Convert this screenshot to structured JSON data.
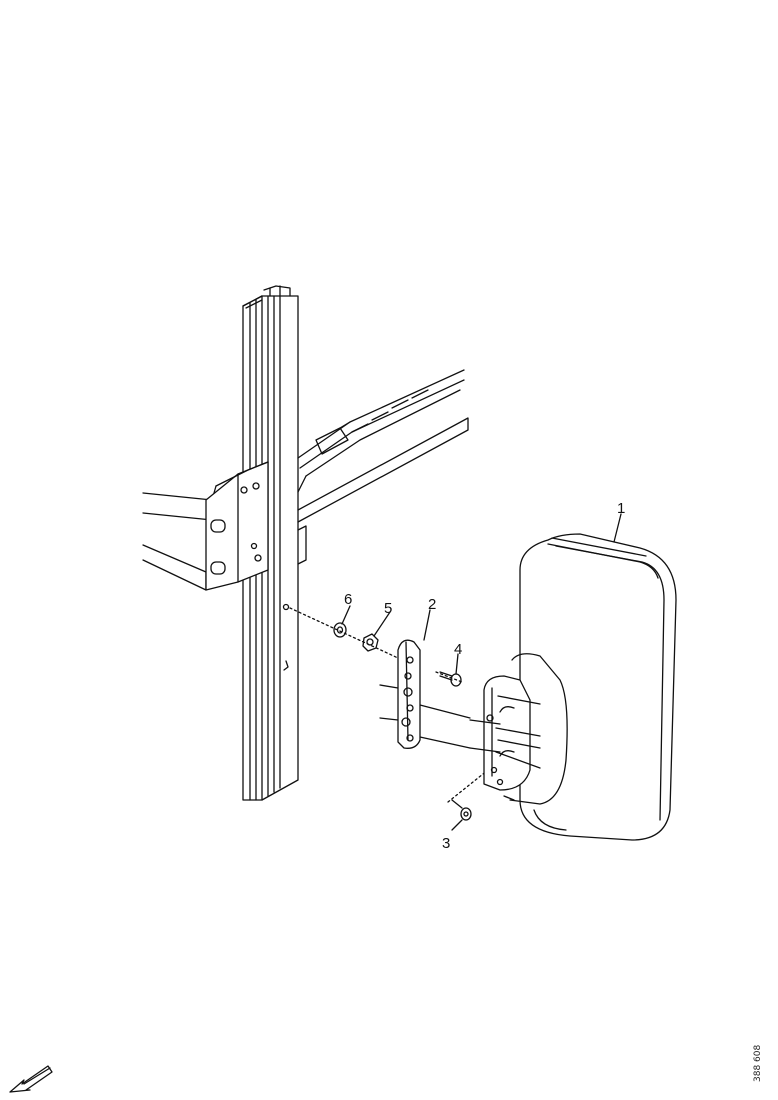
{
  "diagram": {
    "callouts": [
      "1",
      "2",
      "3",
      "4",
      "5",
      "6"
    ],
    "drawing_number": "388 608",
    "icons": {
      "orientation": "forward-direction-arrow-icon"
    }
  }
}
